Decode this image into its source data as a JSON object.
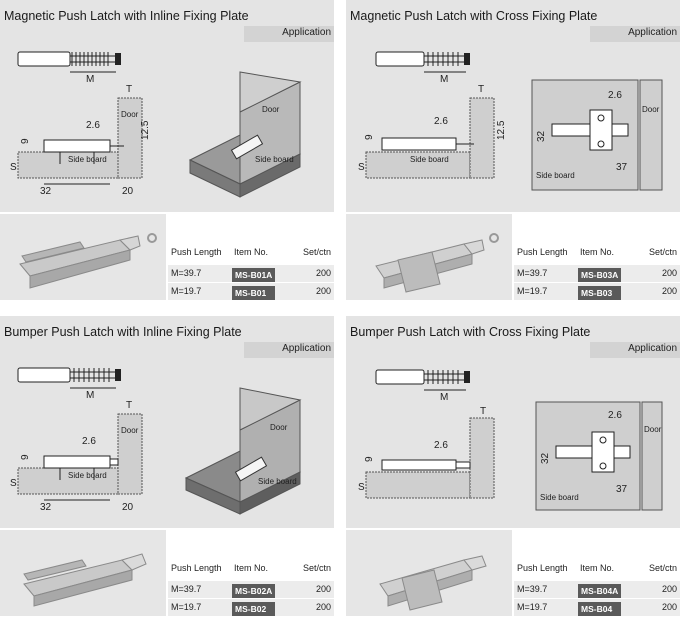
{
  "application_label": "Application",
  "table_header": {
    "push_length": "Push Length",
    "item_no": "Item No.",
    "set_ctn": "Set/ctn"
  },
  "panels": [
    {
      "title": "Magnetic Push Latch with Inline Fixing Plate",
      "rows": [
        {
          "push_length": "M=39.7",
          "item_no": "MS-B01A",
          "set_ctn": "200"
        },
        {
          "push_length": "M=19.7",
          "item_no": "MS-B01",
          "set_ctn": "200"
        }
      ]
    },
    {
      "title": "Magnetic Push Latch with Cross Fixing Plate",
      "rows": [
        {
          "push_length": "M=39.7",
          "item_no": "MS-B03A",
          "set_ctn": "200"
        },
        {
          "push_length": "M=19.7",
          "item_no": "MS-B03",
          "set_ctn": "200"
        }
      ]
    },
    {
      "title": "Bumper Push Latch with Inline Fixing Plate",
      "rows": [
        {
          "push_length": "M=39.7",
          "item_no": "MS-B02A",
          "set_ctn": "200"
        },
        {
          "push_length": "M=19.7",
          "item_no": "MS-B02",
          "set_ctn": "200"
        }
      ]
    },
    {
      "title": "Bumper Push Latch with Cross Fixing Plate",
      "rows": [
        {
          "push_length": "M=39.7",
          "item_no": "MS-B04A",
          "set_ctn": "200"
        },
        {
          "push_length": "M=19.7",
          "item_no": "MS-B04",
          "set_ctn": "200"
        }
      ]
    }
  ],
  "diagram_labels": {
    "m": "M",
    "t": "T",
    "door": "Door",
    "side_board": "Side board",
    "d26": "2.6",
    "d125": "12.5",
    "d9": "9",
    "s": "S",
    "d32": "32",
    "d20": "20",
    "d37": "37"
  }
}
